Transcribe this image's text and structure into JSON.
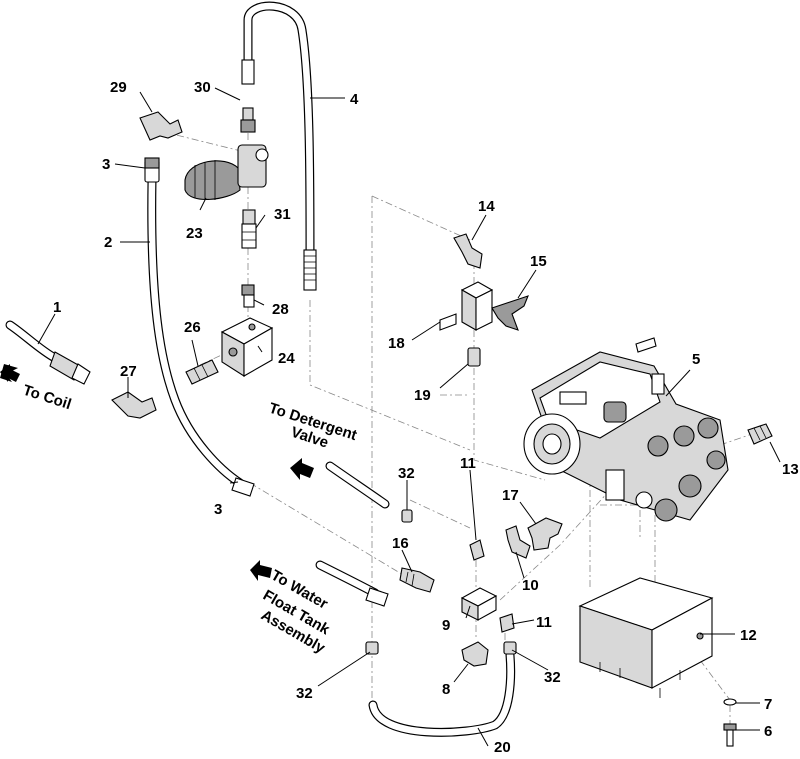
{
  "diagram": {
    "callouts": [
      "1",
      "2",
      "3",
      "3",
      "4",
      "5",
      "6",
      "7",
      "8",
      "9",
      "10",
      "11",
      "11",
      "12",
      "13",
      "14",
      "15",
      "16",
      "17",
      "18",
      "19",
      "20",
      "23",
      "24",
      "26",
      "27",
      "28",
      "29",
      "30",
      "31",
      "32",
      "32",
      "32"
    ],
    "notes": {
      "to_coil": "To Coil",
      "to_detergent_1": "To Detergent",
      "to_detergent_2": "Valve",
      "to_water_1": "To Water",
      "to_water_2": "Float Tank",
      "to_water_3": "Assembly"
    }
  }
}
